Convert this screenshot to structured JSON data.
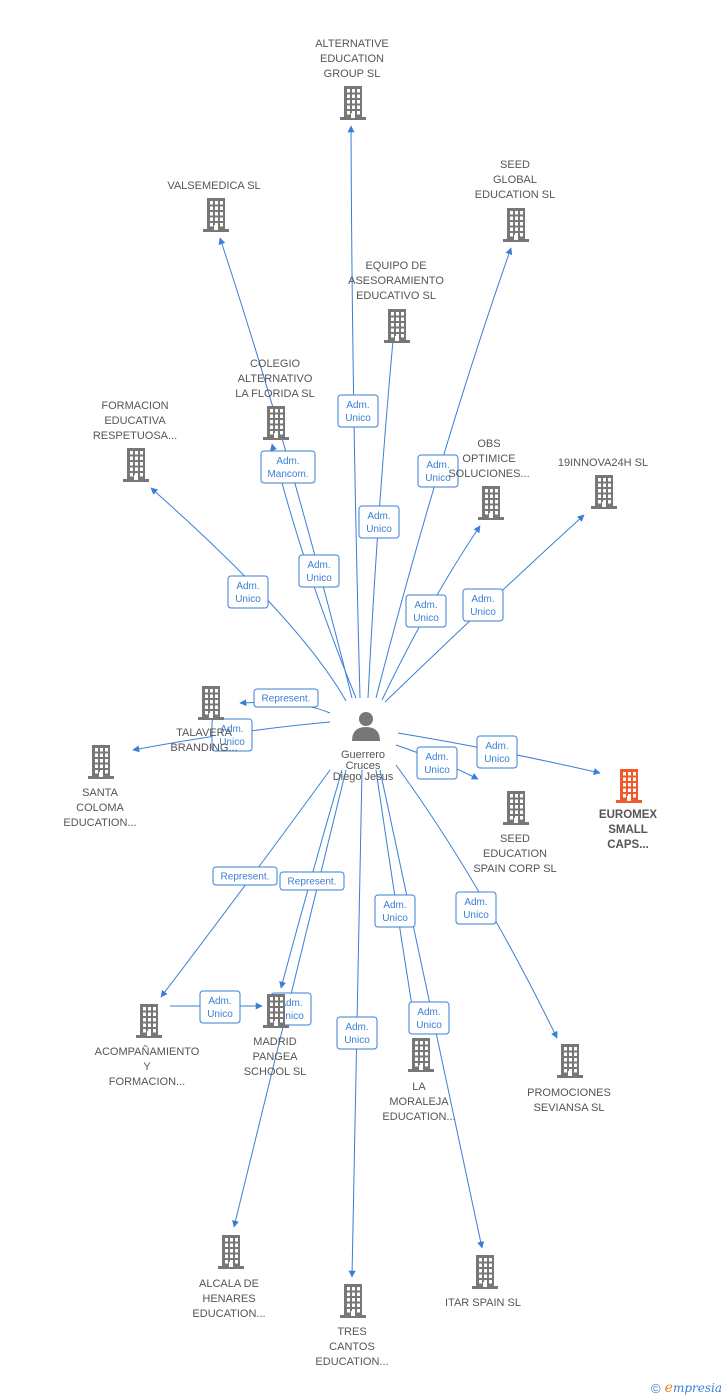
{
  "center": {
    "id": "person",
    "lines": [
      "Guerrero",
      "Cruces",
      "Diego Jesus"
    ],
    "icon": "person-icon"
  },
  "colors": {
    "edge": "#3a7fd5",
    "building": "#777777",
    "highlight": "#f05a28",
    "text": "#555555"
  },
  "nodes": [
    {
      "id": "alternative",
      "lines": [
        "ALTERNATIVE",
        "EDUCATION",
        "GROUP  SL"
      ],
      "icon": "building-icon"
    },
    {
      "id": "valsemedica",
      "lines": [
        "VALSEMEDICA SL"
      ],
      "icon": "building-icon"
    },
    {
      "id": "seed_global",
      "lines": [
        "SEED",
        "GLOBAL",
        "EDUCATION  SL"
      ],
      "icon": "building-icon"
    },
    {
      "id": "equipo",
      "lines": [
        "EQUIPO DE",
        "ASESORAMIENTO",
        "EDUCATIVO  SL"
      ],
      "icon": "building-icon"
    },
    {
      "id": "colegio",
      "lines": [
        "COLEGIO",
        "ALTERNATIVO",
        "LA FLORIDA  SL"
      ],
      "icon": "building-icon"
    },
    {
      "id": "formacion",
      "lines": [
        "FORMACION",
        "EDUCATIVA",
        "RESPETUOSA..."
      ],
      "icon": "building-icon"
    },
    {
      "id": "obs",
      "lines": [
        "OBS",
        "OPTIMICE",
        "SOLUCIONES..."
      ],
      "icon": "building-icon"
    },
    {
      "id": "innova",
      "lines": [
        "19INNOVA24H SL"
      ],
      "icon": "building-icon"
    },
    {
      "id": "talavera",
      "lines": [
        "TALAVERA",
        "BRANDING..."
      ],
      "icon": "building-icon"
    },
    {
      "id": "santa",
      "lines": [
        "SANTA",
        "COLOMA",
        "EDUCATION..."
      ],
      "icon": "building-icon"
    },
    {
      "id": "euromex",
      "lines": [
        "EUROMEX",
        "SMALL",
        "CAPS..."
      ],
      "icon": "building-icon",
      "highlight": true
    },
    {
      "id": "seed_spain",
      "lines": [
        "SEED",
        "EDUCATION",
        "SPAIN CORP  SL"
      ],
      "icon": "building-icon"
    },
    {
      "id": "acomp",
      "lines": [
        "ACOMPAÑAMIENTO",
        "Y",
        "FORMACION..."
      ],
      "icon": "building-icon"
    },
    {
      "id": "madrid",
      "lines": [
        "MADRID",
        "PANGEA",
        "SCHOOL  SL"
      ],
      "icon": "building-icon"
    },
    {
      "id": "moraleja",
      "lines": [
        "LA",
        "MORALEJA",
        "EDUCATION..."
      ],
      "icon": "building-icon"
    },
    {
      "id": "promociones",
      "lines": [
        "PROMOCIONES",
        "SEVIANSA SL"
      ],
      "icon": "building-icon"
    },
    {
      "id": "alcala",
      "lines": [
        "ALCALA DE",
        "HENARES",
        "EDUCATION..."
      ],
      "icon": "building-icon"
    },
    {
      "id": "tres",
      "lines": [
        "TRES",
        "CANTOS",
        "EDUCATION..."
      ],
      "icon": "building-icon"
    },
    {
      "id": "itar",
      "lines": [
        "ITAR SPAIN SL"
      ],
      "icon": "building-icon"
    }
  ],
  "edges": [
    {
      "to": "alternative",
      "label": [
        "Adm.",
        "Unico"
      ]
    },
    {
      "to": "valsemedica",
      "label": [
        "Adm.",
        "Unico"
      ]
    },
    {
      "to": "seed_global",
      "label": [
        "Adm.",
        "Unico"
      ]
    },
    {
      "to": "equipo",
      "label": [
        "Adm.",
        "Unico"
      ]
    },
    {
      "to": "colegio",
      "label": [
        "Adm.",
        "Mancom."
      ]
    },
    {
      "to": "formacion",
      "label": [
        "Adm.",
        "Unico"
      ]
    },
    {
      "to": "obs",
      "label": [
        "Adm.",
        "Unico"
      ]
    },
    {
      "to": "innova",
      "label": [
        "Adm.",
        "Unico"
      ]
    },
    {
      "to": "talavera",
      "label": [
        "Represent."
      ]
    },
    {
      "to": "santa",
      "label": [
        "Adm.",
        "Unico"
      ]
    },
    {
      "to": "euromex",
      "label": [
        "Adm.",
        "Unico"
      ]
    },
    {
      "to": "seed_spain",
      "label": [
        "Adm.",
        "Unico"
      ]
    },
    {
      "to": "acomp",
      "label": [
        "Represent."
      ]
    },
    {
      "to": "madrid",
      "label": [
        "Represent."
      ]
    },
    {
      "to": "moraleja",
      "label": [
        "Adm.",
        "Unico"
      ]
    },
    {
      "to": "promociones",
      "label": [
        "Adm.",
        "Unico"
      ]
    },
    {
      "to": "alcala",
      "label": [
        "Adm.",
        "Unico"
      ]
    },
    {
      "to": "tres",
      "label": [
        "Adm.",
        "Unico"
      ]
    },
    {
      "to": "itar",
      "label": [
        "Adm.",
        "Unico"
      ]
    },
    {
      "to": "acomp_madrid",
      "label": [
        "Adm.",
        "Unico"
      ]
    }
  ],
  "footer": {
    "copyright": "©",
    "brand_initial": "e",
    "brand_rest": "mpresia"
  }
}
